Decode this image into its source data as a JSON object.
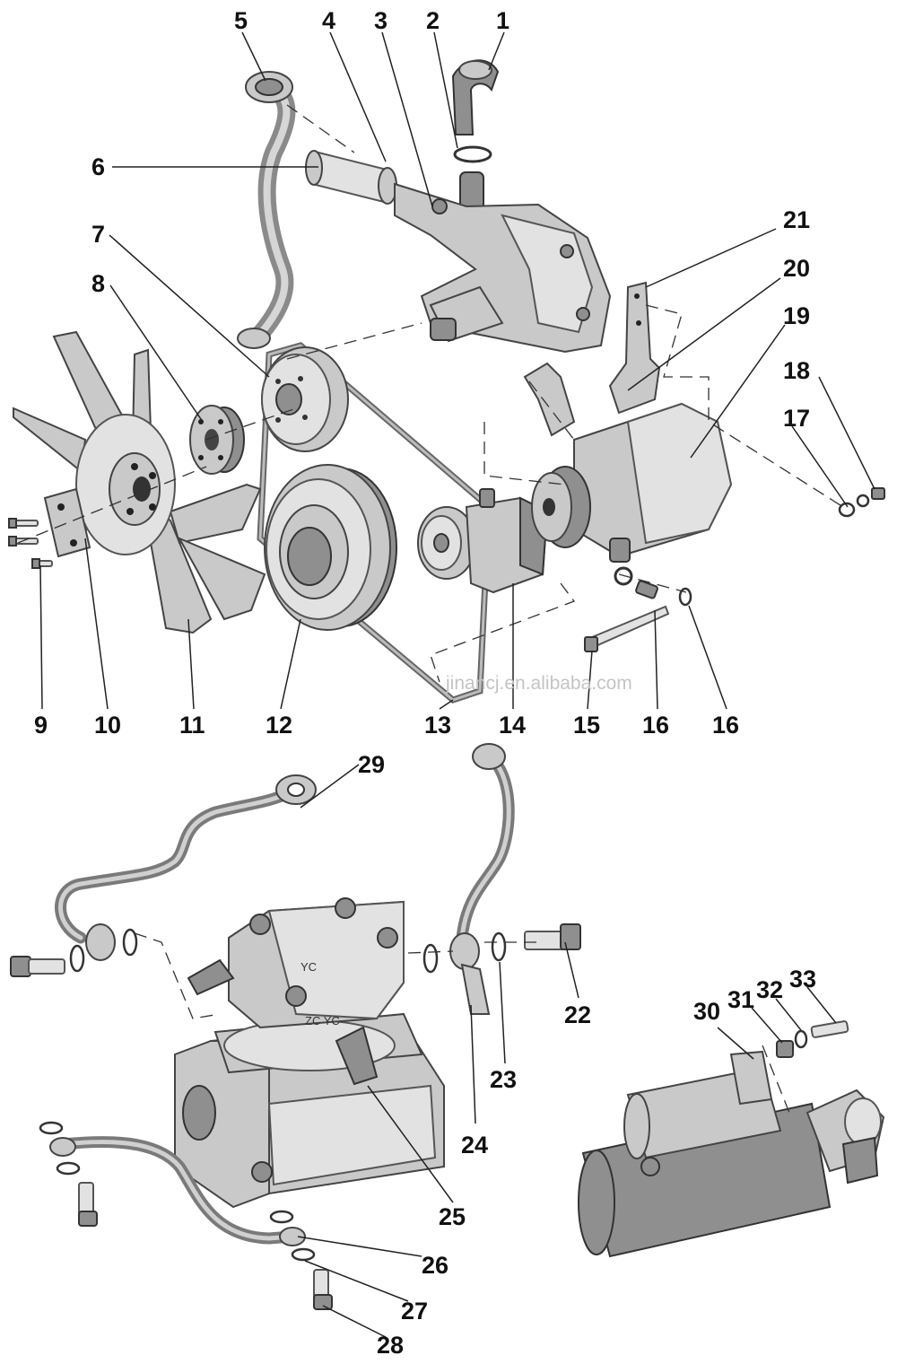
{
  "diagram": {
    "callouts": [
      "1",
      "2",
      "3",
      "4",
      "5",
      "6",
      "7",
      "8",
      "9",
      "10",
      "11",
      "12",
      "13",
      "14",
      "15",
      "16",
      "16",
      "17",
      "18",
      "19",
      "20",
      "21",
      "22",
      "23",
      "24",
      "25",
      "26",
      "27",
      "28",
      "29",
      "30",
      "31",
      "32",
      "33"
    ],
    "watermark": "jinancj.en.alibaba.com",
    "compressor_marking_top": "YC",
    "compressor_marking_side": "ZC   YC"
  }
}
